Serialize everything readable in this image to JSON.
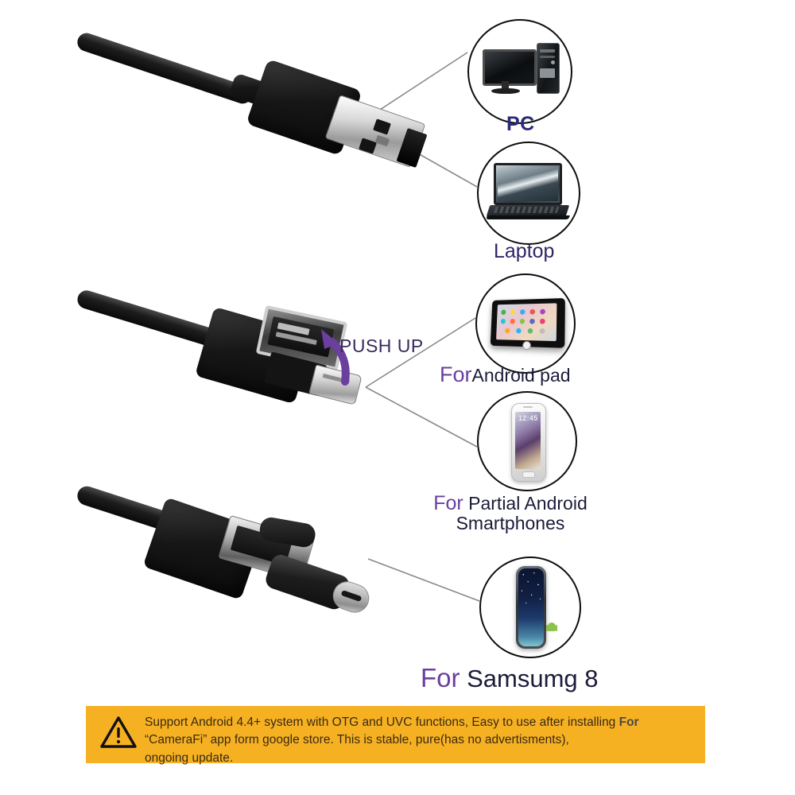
{
  "page": {
    "title": "3-in-1 USB Endoscope Cable Compatibility",
    "background": "#ffffff"
  },
  "colors": {
    "accent_purple": "#6b3f9e",
    "label_navy": "#1b1b3a",
    "pc_blue": "#2a2a7a",
    "banner_bg": "#f6b123",
    "banner_text": "#3b2a12",
    "cable_black": "#1a1a1a",
    "connector_silver": "#d9d9d9",
    "circle_outline": "#0d0d0d",
    "leader_line": "#8a8a8a"
  },
  "sections": [
    {
      "id": "usb-a",
      "connector_name": "usb-a-connector",
      "targets": [
        {
          "id": "pc",
          "icon": "desktop-computer-icon",
          "label": "PC",
          "label_style": "single"
        },
        {
          "id": "laptop",
          "icon": "laptop-icon",
          "label": "Laptop",
          "label_style": "single"
        }
      ]
    },
    {
      "id": "micro-usb",
      "connector_name": "micro-usb-connector",
      "callout": "PUSH UP",
      "targets": [
        {
          "id": "android-pad",
          "icon": "tablet-icon",
          "label_prefix": "For",
          "label_rest": "Android pad",
          "label_style": "prefix"
        },
        {
          "id": "android-phone",
          "icon": "smartphone-icon",
          "label_prefix": "For",
          "label_rest_line1": "Partial Android",
          "label_rest_line2": "Smartphones",
          "label_style": "prefix-two-line"
        }
      ]
    },
    {
      "id": "usb-c",
      "connector_name": "usb-c-connector",
      "targets": [
        {
          "id": "samsung-8",
          "icon": "samsung-galaxy-s8-icon",
          "label_prefix": "For",
          "label_rest": "Samsumg 8",
          "label_style": "prefix"
        }
      ]
    }
  ],
  "device_screens": {
    "smartphone_time": "12:45"
  },
  "banner": {
    "icon": "warning-triangle-icon",
    "line1": "Support Android 4.4+ system with OTG and UVC functions, Easy to use after installing",
    "line1_tail": "For",
    "line2": "“CameraFi” app form google store. This is stable, pure(has no advertisments),",
    "line3": "ongoing update."
  }
}
